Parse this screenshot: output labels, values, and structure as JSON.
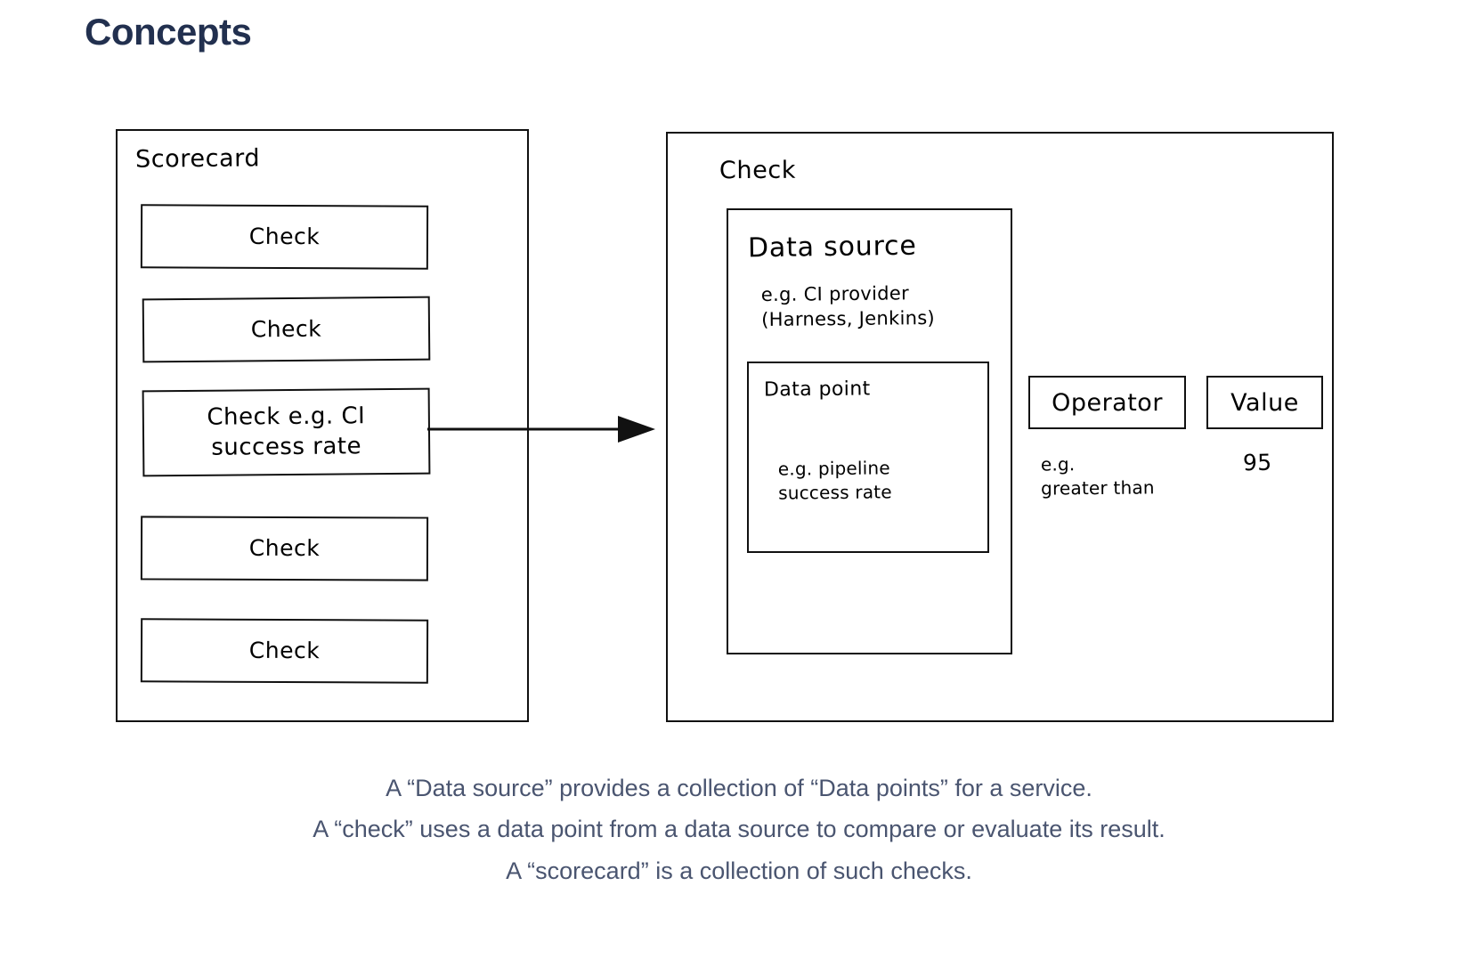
{
  "page": {
    "title": "Concepts",
    "title_color": "#22304f",
    "background": "#ffffff",
    "stroke_color": "#111111"
  },
  "diagram": {
    "scorecard": {
      "label": "Scorecard",
      "checks": [
        {
          "label": "Check"
        },
        {
          "label": "Check"
        },
        {
          "label": "Check e.g. CI\nsuccess rate"
        },
        {
          "label": "Check"
        },
        {
          "label": "Check"
        }
      ]
    },
    "connector": {
      "name": "arrow",
      "from": "check-row-2",
      "to": "check-panel",
      "style": "solid-line-with-filled-triangle-head"
    },
    "check": {
      "label": "Check",
      "data_source": {
        "label": "Data source",
        "note": "e.g. CI provider\n(Harness, Jenkins)",
        "data_point": {
          "label": "Data point",
          "note": "e.g. pipeline\nsuccess rate"
        }
      },
      "operator": {
        "label": "Operator",
        "note": "e.g.\ngreater than"
      },
      "value": {
        "label": "Value",
        "note": "95"
      }
    }
  },
  "caption": {
    "lines": [
      "A “Data source” provides a collection of “Data points” for a service.",
      "A “check” uses a data point from a data source to compare or evaluate its result.",
      "A “scorecard” is a collection of such checks."
    ],
    "color": "#4a5570"
  }
}
